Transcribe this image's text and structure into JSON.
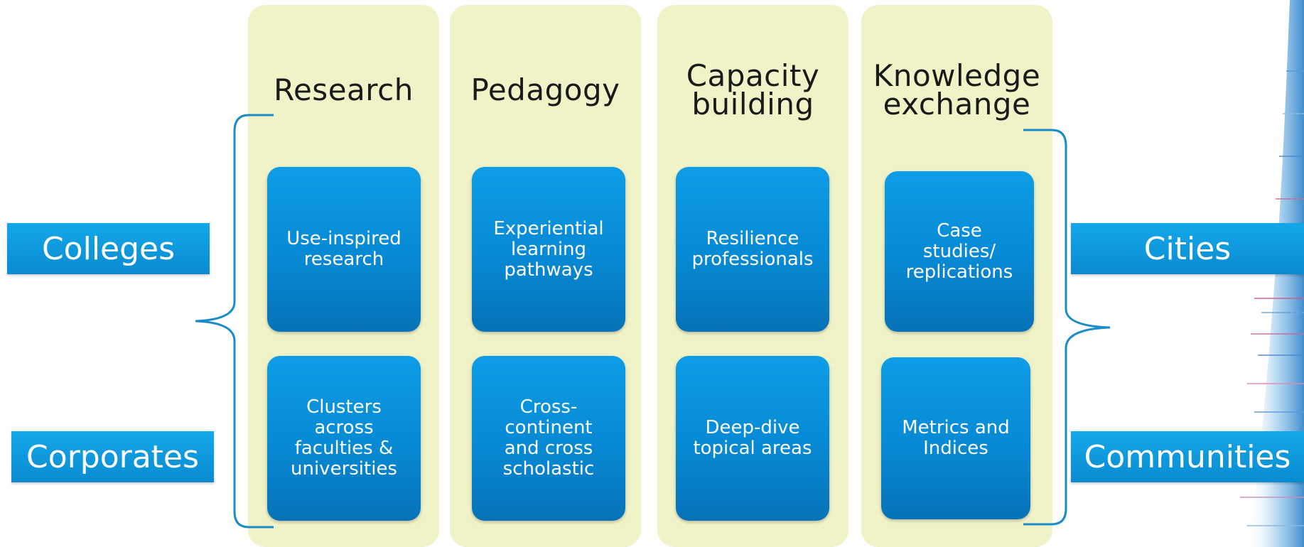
{
  "columns": [
    {
      "title": "Research",
      "items": [
        "Use-inspired\nresearch",
        "Clusters\nacross\nfaculties &\nuniversities"
      ]
    },
    {
      "title": "Pedagogy",
      "items": [
        "Experiential\nlearning\npathways",
        "Cross-\ncontinent\nand cross\nscholastic"
      ]
    },
    {
      "title": "Capacity\nbuilding",
      "items": [
        "Resilience\nprofessionals",
        "Deep-dive\ntopical areas"
      ]
    },
    {
      "title": "Knowledge\nexchange",
      "items": [
        "Case\nstudies/\nreplications",
        "Metrics and\nIndices"
      ]
    }
  ],
  "left_labels": [
    "Colleges",
    "Corporates"
  ],
  "right_labels": [
    "Cities",
    "Communities"
  ],
  "colors": {
    "column_bg": "#f0f3c8",
    "box_blue": "#0789d4",
    "label_blue": "#0a8bd0",
    "brace": "#1a8cc8"
  }
}
